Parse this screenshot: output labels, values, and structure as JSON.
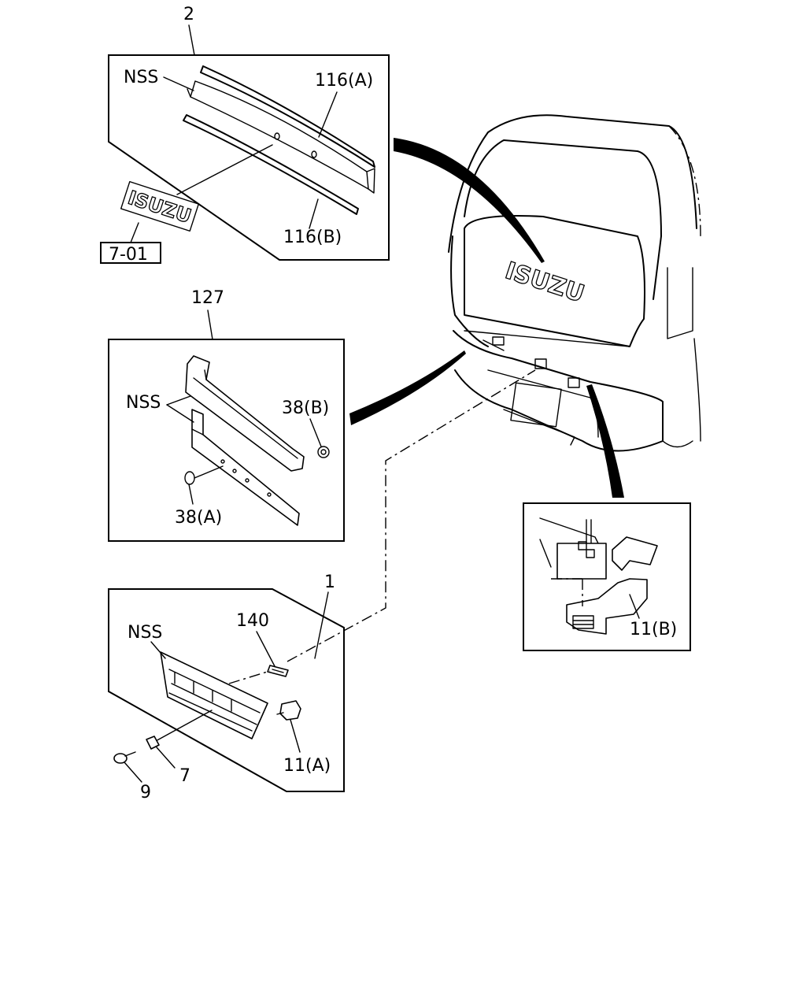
{
  "labels": {
    "callout_2": "2",
    "nss_top": "NSS",
    "p116a": "116(A)",
    "p116b": "116(B)",
    "ref_701": "7-01",
    "callout_127": "127",
    "nss_mid": "NSS",
    "p38b": "38(B)",
    "p38a": "38(A)",
    "callout_1": "1",
    "nss_bottom": "NSS",
    "p140": "140",
    "p11a": "11(A)",
    "p7": "7",
    "p9": "9",
    "p11b": "11(B)"
  },
  "emblem_text": "ISUZU"
}
